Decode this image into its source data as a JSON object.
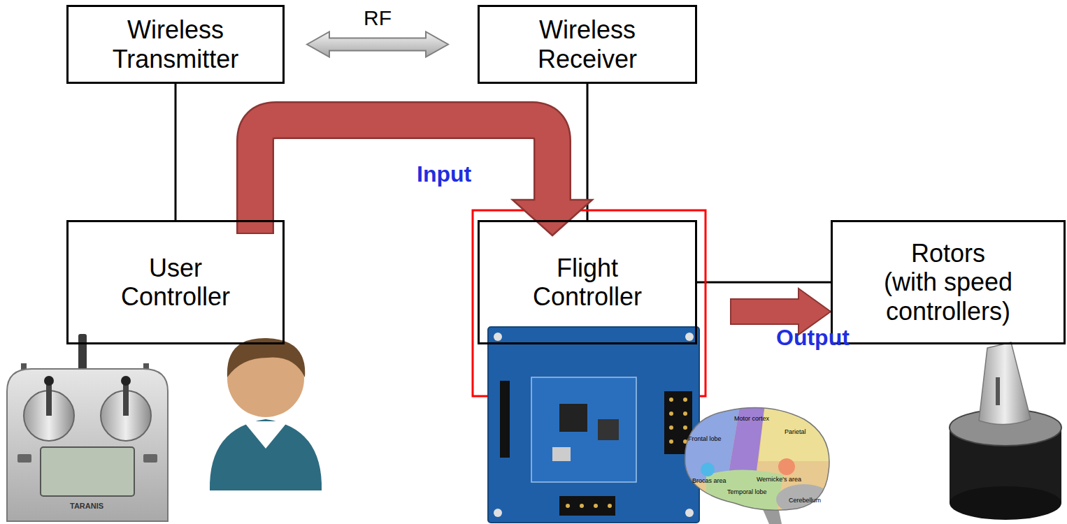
{
  "diagram": {
    "nodes": [
      {
        "text": [
          "Wireless Transmitter"
        ]
      },
      {
        "text": [
          "Wireless Receiver"
        ]
      },
      {
        "text": [
          "User Controller"
        ]
      },
      {
        "text": [
          "Flight Controller"
        ]
      },
      {
        "text": [
          "Rotors (with speed controllers)"
        ]
      }
    ],
    "edges": [
      {
        "from": 0,
        "to": 1,
        "label": "RF",
        "arrow": "both"
      },
      {
        "from": 0,
        "to": 2,
        "arrow": "none"
      },
      {
        "from": 1,
        "to": 3,
        "arrow": "none"
      },
      {
        "from": 3,
        "to": 4,
        "arrow": "none"
      }
    ],
    "labels": [
      "Input",
      "Output",
      "TARANIS",
      "Frontal lobe",
      "Motor cortex",
      "Parietal",
      "Brocas area",
      "Wernicke's area",
      "Temporal lobe",
      "Cerebellum"
    ]
  }
}
